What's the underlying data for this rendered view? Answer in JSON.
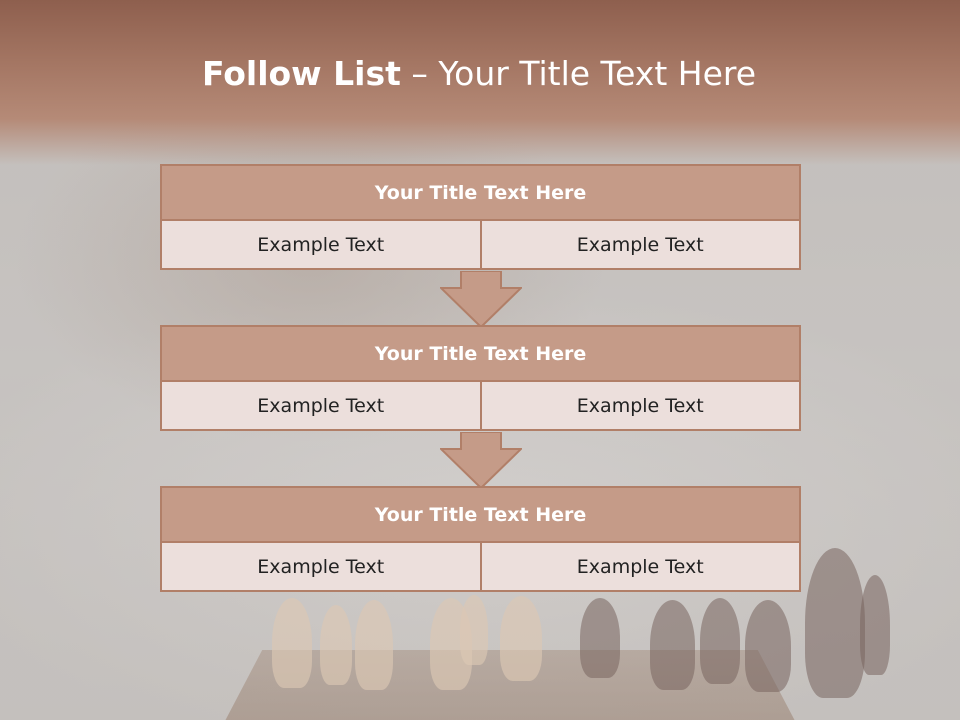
{
  "slide": {
    "title_bold": "Follow List",
    "title_rest": " – Your Title Text Here"
  },
  "blocks": [
    {
      "title": "Your Title Text Here",
      "left": "Example Text",
      "right": "Example Text"
    },
    {
      "title": "Your Title Text Here",
      "left": "Example Text",
      "right": "Example Text"
    },
    {
      "title": "Your Title Text Here",
      "left": "Example Text",
      "right": "Example Text"
    }
  ],
  "colors": {
    "header": "#a57764",
    "block_head": "#c59b88",
    "block_border": "#b17f68",
    "cell_fill": "#ecdfdc",
    "arrow_fill": "#c59b88"
  },
  "icons": [
    "down-arrow-icon",
    "chess-pieces-image"
  ]
}
